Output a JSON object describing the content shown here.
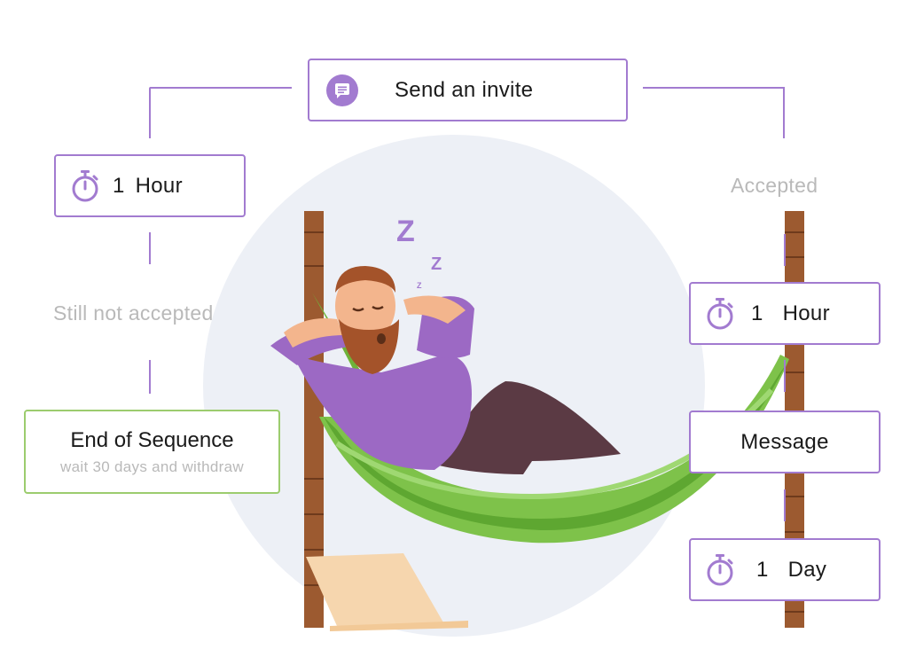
{
  "flow": {
    "start": {
      "label": "Send an invite",
      "icon": "chat-bubble-icon"
    },
    "left_branch": {
      "wait": {
        "value": "1",
        "unit": "Hour",
        "icon": "stopwatch-icon"
      },
      "condition": "Still not accepted",
      "end": {
        "title": "End of Sequence",
        "subtitle": "wait 30 days and withdraw"
      }
    },
    "right_branch": {
      "condition": "Accepted",
      "wait": {
        "value": "1",
        "unit": "Hour",
        "icon": "stopwatch-icon"
      },
      "action": {
        "label": "Message"
      },
      "wait2": {
        "value": "1",
        "unit": "Day",
        "icon": "stopwatch-icon"
      }
    }
  },
  "colors": {
    "accent": "#a27bd0",
    "end_border": "#9ccc6e",
    "muted_text": "#b9b9b9",
    "background_circle": "#edf0f6"
  }
}
